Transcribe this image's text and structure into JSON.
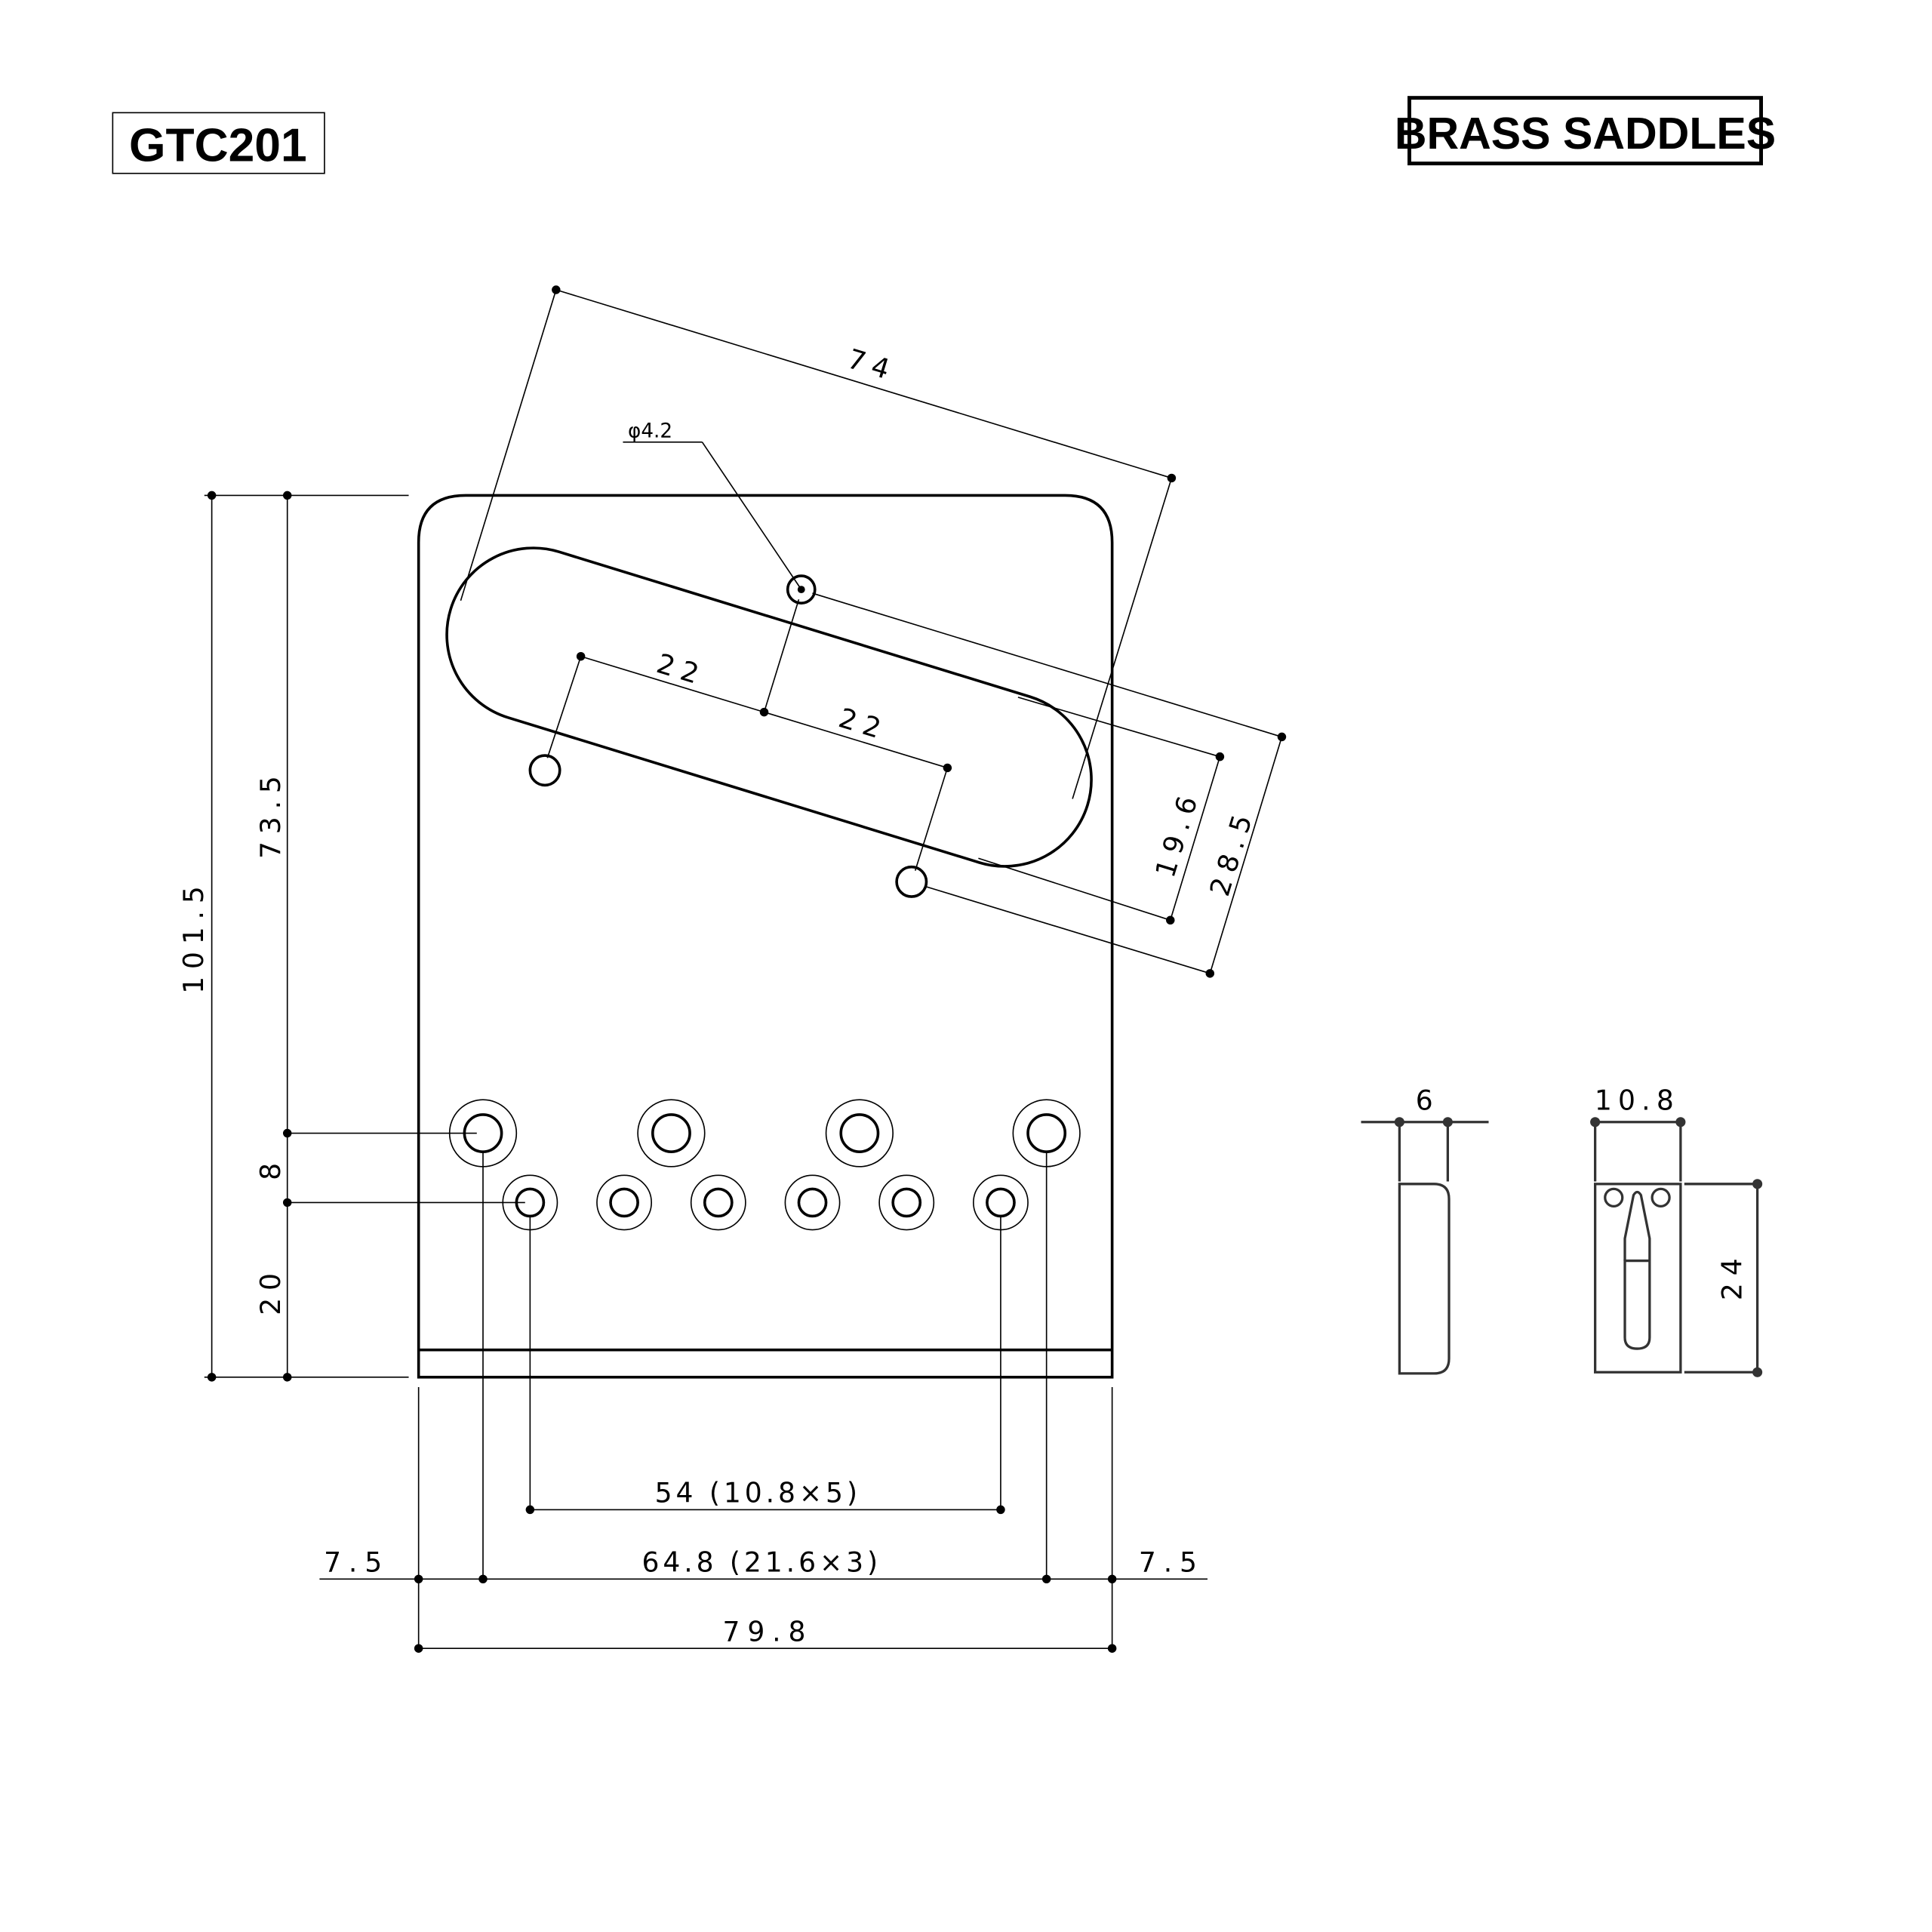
{
  "model_label": "GTC201",
  "material_label": "BRASS SADDLES",
  "dimensions": {
    "pickup_span": "74",
    "screw_hole_dia": "φ4.2",
    "hole_spacing_left": "22",
    "hole_spacing_right": "22",
    "slot_offset_inner": "19.6",
    "slot_offset_outer": "28.5",
    "overall_height": "101.5",
    "upper_height": "73.5",
    "row_spacing": "8",
    "bottom_height": "20",
    "string_spacing": "54 (10.8×5)",
    "mount_spacing": "64.8 (21.6×3)",
    "side_margin_left": "7.5",
    "side_margin_right": "7.5",
    "overall_width": "79.8",
    "saddle_thickness": "6",
    "saddle_width": "10.8",
    "saddle_length": "24"
  }
}
